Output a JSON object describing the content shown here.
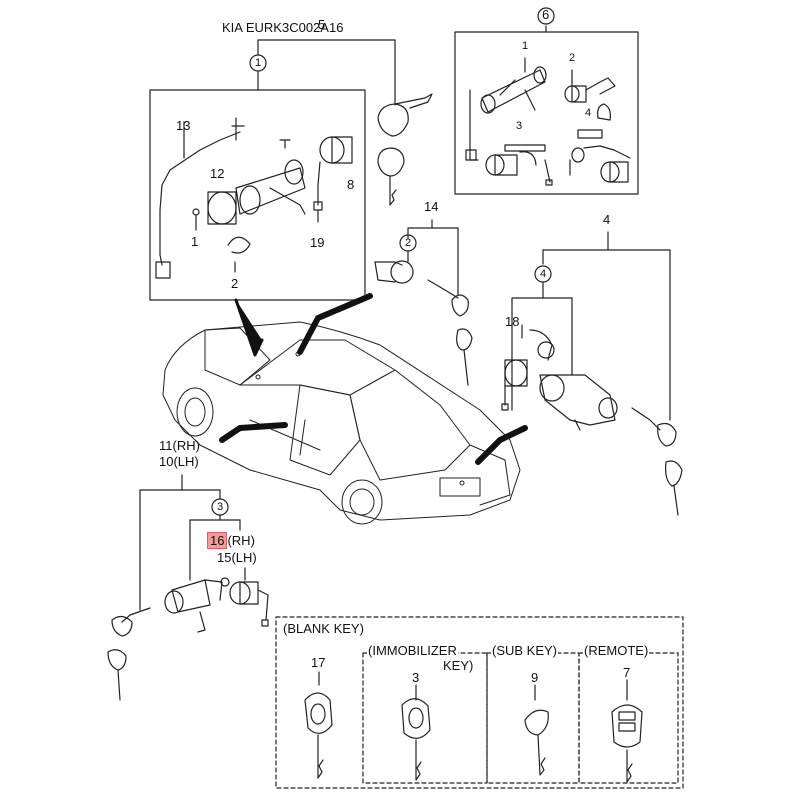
{
  "header": {
    "code": "KIA EURK3C002A",
    "ref_5": "5",
    "ref_16": "16"
  },
  "callouts": {
    "c1_top": "1",
    "c6": "6",
    "c1_inset": "1",
    "c2_inset": "2",
    "c3_inset": "3",
    "c4_inset": "4",
    "c13": "13",
    "c12": "12",
    "c1_mech": "1",
    "c2_mech": "2",
    "c8": "8",
    "c19": "19",
    "c14": "14",
    "c2_mid": "2",
    "c4_right": "4",
    "c4_sub": "4",
    "c18": "18",
    "c11": "11(RH)",
    "c10": "10(LH)",
    "c3_door": "3",
    "c16": "16",
    "c16_suffix": "(RH)",
    "c15": "15(LH)",
    "c17": "17",
    "c3_key": "3",
    "c9": "9",
    "c7": "7"
  },
  "key_groups": {
    "blank": "(BLANK KEY)",
    "immobilizer_line1": "(IMMOBILIZER",
    "immobilizer_line2": "KEY)",
    "sub": "(SUB KEY)",
    "remote": "(REMOTE)"
  },
  "colors": {
    "line": "#222222",
    "highlight": "#f49a9a"
  }
}
